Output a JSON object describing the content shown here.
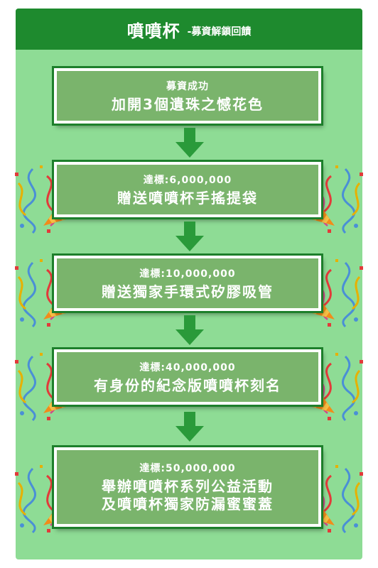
{
  "header": {
    "title": "噴噴杯",
    "subtitle": "-募資解鎖回饋"
  },
  "tiers": [
    {
      "label": "募資成功",
      "reward": "加開3個遺珠之憾花色"
    },
    {
      "label": "達標:6,000,000",
      "reward": "贈送噴噴杯手搖提袋"
    },
    {
      "label": "達標:10,000,000",
      "reward": "贈送獨家手環式矽膠吸管"
    },
    {
      "label": "達標:40,000,000",
      "reward": "有身份的紀念版噴噴杯刻名"
    },
    {
      "label": "達標:50,000,000",
      "reward_line1": "舉辦噴噴杯系列公益活動",
      "reward_line2": "及噴噴杯獨家防漏蜜蜜蓋"
    }
  ],
  "colors": {
    "header": "#1e8a2e",
    "panel": "#8edc95",
    "card": "#7ab46c",
    "card_border": "#1d7f2b",
    "arrow": "#2a9a3a"
  },
  "icons": [
    "party-popper-icon",
    "down-arrow-icon"
  ]
}
